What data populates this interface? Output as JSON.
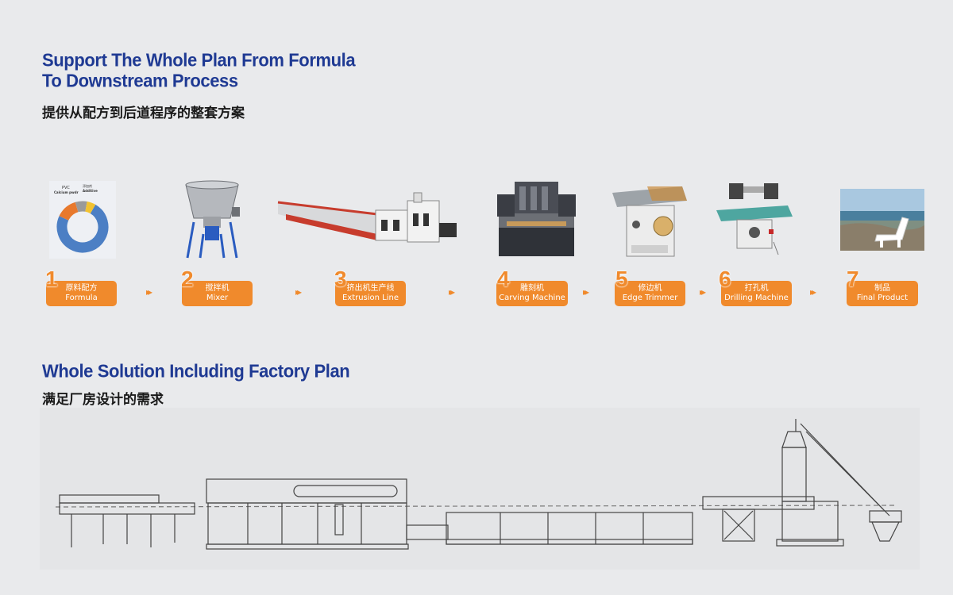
{
  "section1": {
    "title_line1": "Support The Whole Plan From Formula",
    "title_line2": "To Downstream Process",
    "subtitle": "提供从配方到后道程序的整套方案"
  },
  "steps": [
    {
      "num": "1",
      "cn": "原料配方",
      "en": "Formula",
      "image": "donut-chart-image",
      "chart_labels": [
        "PVC",
        "Calcium pwdr",
        "添加剂",
        "Additive"
      ]
    },
    {
      "num": "2",
      "cn": "搅拌机",
      "en": "Mixer",
      "image": "mixer-image"
    },
    {
      "num": "3",
      "cn": "挤出机生产线",
      "en": "Extrusion Line",
      "image": "extrusion-line-image"
    },
    {
      "num": "4",
      "cn": "雕刻机",
      "en": "Carving Machine",
      "image": "carving-machine-image"
    },
    {
      "num": "5",
      "cn": "修边机",
      "en": "Edge Trimmer",
      "image": "edge-trimmer-image"
    },
    {
      "num": "6",
      "cn": "打孔机",
      "en": "Drilling Machine",
      "image": "drilling-machine-image"
    },
    {
      "num": "7",
      "cn": "制品",
      "en": "Final Product",
      "image": "beach-chair-image"
    }
  ],
  "arrow_glyph": "▸▸",
  "section2": {
    "title": "Whole Solution Including Factory Plan",
    "subtitle": "满足厂房设计的需求"
  },
  "colors": {
    "accent": "#f08a2c",
    "title_blue": "#1f3a93",
    "background": "#e9eaec"
  }
}
